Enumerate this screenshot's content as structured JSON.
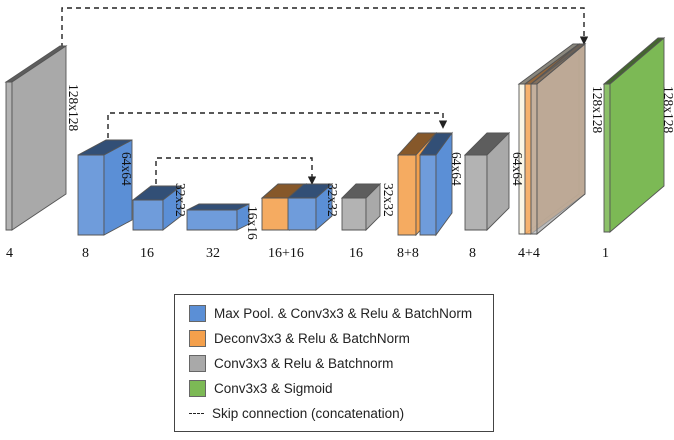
{
  "colors": {
    "blue": "#5b8fd6",
    "orange": "#f4a04c",
    "gray": "#a9a9a9",
    "green": "#7cb955",
    "white": "#fbf6e4"
  },
  "encoder": {
    "channels": [
      "4",
      "8",
      "16",
      "32"
    ],
    "sizes": [
      "128x128",
      "64x64",
      "32x32",
      "16x16"
    ]
  },
  "decoder": {
    "channels": [
      "16+16",
      "16",
      "8+8",
      "8",
      "4+4",
      "1"
    ],
    "sizes": [
      "32x32",
      "32x32",
      "64x64",
      "64x64",
      "128x128",
      "128x128"
    ]
  },
  "legend": [
    {
      "icon": "blue-swatch",
      "color": "#5b8fd6",
      "label": "Max Pool. & Conv3x3 & Relu & BatchNorm"
    },
    {
      "icon": "orange-swatch",
      "color": "#f4a04c",
      "label": "Deconv3x3 & Relu & BatchNorm"
    },
    {
      "icon": "gray-swatch",
      "color": "#a9a9a9",
      "label": "Conv3x3 & Relu & Batchnorm"
    },
    {
      "icon": "green-swatch",
      "color": "#7cb955",
      "label": "Conv3x3 & Sigmoid"
    },
    {
      "icon": "dashed-line-icon",
      "label": "Skip connection (concatenation)"
    }
  ]
}
